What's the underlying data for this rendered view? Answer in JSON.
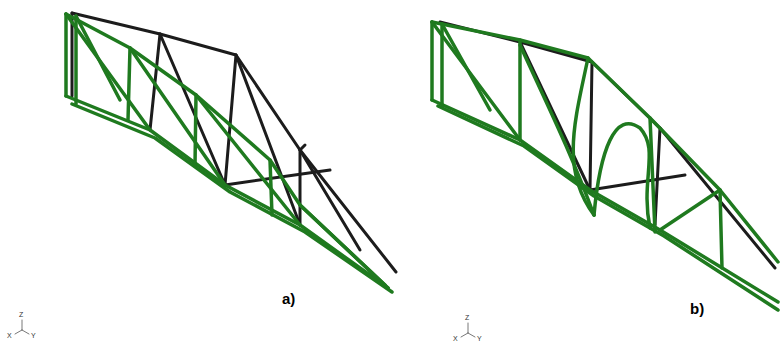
{
  "diagram": {
    "labels": [
      "a)",
      "b)",
      "Z",
      "X",
      "Y",
      "Z",
      "X",
      "Y"
    ]
  }
}
